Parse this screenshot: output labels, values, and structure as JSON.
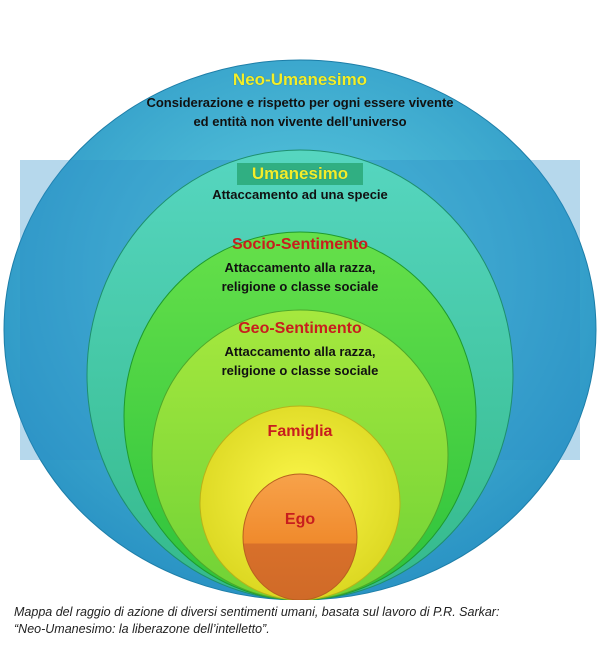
{
  "levels": [
    {
      "title": "Neo-Umanesimo",
      "description": [
        "Considerazione e rispetto per ogni essere vivente",
        "ed entità non vivente dell’universo"
      ],
      "color": "#3fb7cf"
    },
    {
      "title": "Umanesimo",
      "description": [
        "Attaccamento ad una specie"
      ],
      "color": "#4fcfa6"
    },
    {
      "title": "Socio-Sentimento",
      "description": [
        "Attaccamento alla razza,",
        "religione o classe sociale"
      ],
      "color": "#3fd846"
    },
    {
      "title": "Geo-Sentimento",
      "description": [
        "Attaccamento alla razza,",
        "religione o classe sociale"
      ],
      "color": "#8fe23a"
    },
    {
      "title": "Famiglia",
      "description": [],
      "color": "#f4ef2c"
    },
    {
      "title": "Ego",
      "description": [],
      "color": "#f08a2c"
    }
  ],
  "caption": {
    "line1": "Mappa del raggio di azione di diversi sentimenti umani, basata sul lavoro di P.R. Sarkar:",
    "line2": "“Neo-Umanesimo: la liberazone dell’intelletto”."
  }
}
